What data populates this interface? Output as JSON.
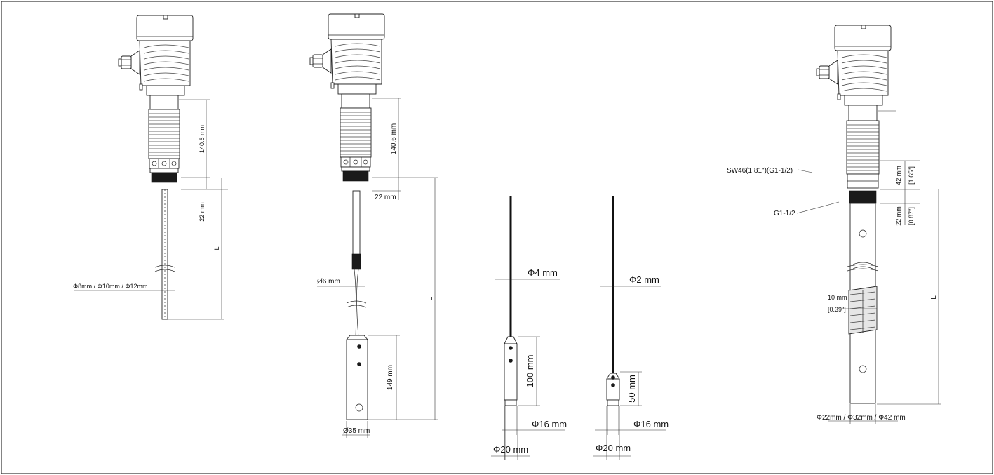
{
  "colors": {
    "line": "#222222",
    "thread": "#1a1a1a",
    "background": "#ffffff"
  },
  "probe_rod": {
    "dim_neck": "140.6 mm",
    "dim_thread": "22 mm",
    "dim_length": "L",
    "dim_diameter": "Φ8mm / Φ10mm / Φ12mm"
  },
  "probe_cable_weight": {
    "dim_neck": "140.6 mm",
    "dim_thread": "22 mm",
    "dim_length": "L",
    "dim_cable": "Ø6 mm",
    "dim_weight_length": "149 mm",
    "dim_weight_diameter": "Ø35 mm"
  },
  "probe_cable_4": {
    "dim_cable": "Φ4 mm",
    "dim_weight_length": "100 mm",
    "dim_inner": "Φ16 mm",
    "dim_outer": "Φ20 mm"
  },
  "probe_cable_2": {
    "dim_cable": "Φ2 mm",
    "dim_weight_length": "50 mm",
    "dim_inner": "Φ16 mm",
    "dim_outer": "Φ20 mm"
  },
  "probe_coaxial": {
    "label_wrench": "SW46(1.81\")(G1-1/2)",
    "label_thread": "G1-1/2",
    "dim_nut_mm": "42 mm",
    "dim_nut_in": "[1.65\"]",
    "dim_thread_mm": "22 mm",
    "dim_thread_in": "[0.87\"]",
    "dim_length": "L",
    "dim_slot_mm": "10 mm",
    "dim_slot_in": "[0.39\"]",
    "dim_diameter": "Φ22mm / Φ32mm / Φ42 mm"
  }
}
